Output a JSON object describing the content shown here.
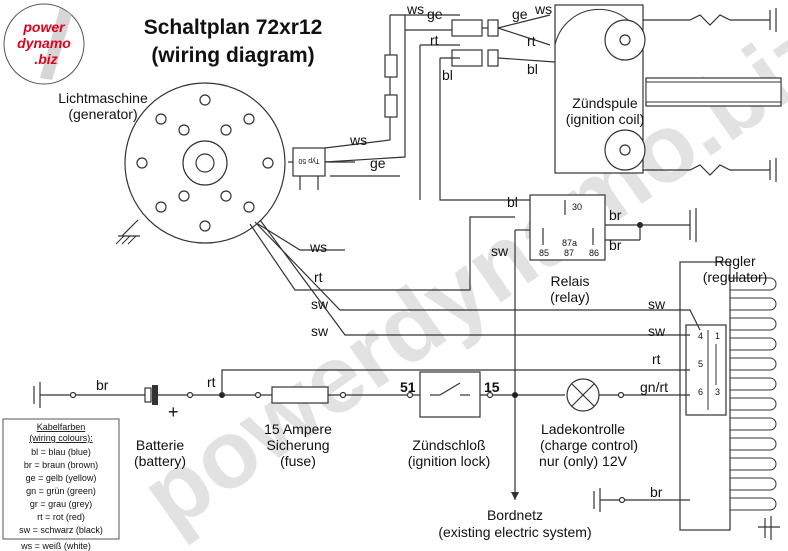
{
  "title": "Schaltplan 72xr12",
  "subtitle": "(wiring diagram)",
  "logo": {
    "line1": "power",
    "line2": "dynamo",
    "line3": ".biz"
  },
  "watermark": "powerdynamo.biz",
  "components": {
    "generator": {
      "de": "Lichtmaschine",
      "en": "(generator)"
    },
    "ignition_coil": {
      "de": "Zündspule",
      "en": "(ignition coil)"
    },
    "relay": {
      "de": "Relais",
      "en": "(relay)",
      "pin30": "30",
      "pin85": "85",
      "pin86": "86",
      "pin87a": "87a",
      "pin87": "87"
    },
    "regulator": {
      "de": "Regler",
      "en": "(regulator)",
      "pin1": "1",
      "pin3": "3",
      "pin4": "4",
      "pin5": "5",
      "pin6": "6"
    },
    "battery": {
      "de": "Batterie",
      "en": "(battery)",
      "plus": "+"
    },
    "fuse": {
      "line1": "15 Ampere",
      "line2": "Sicherung",
      "line3": "(fuse)"
    },
    "ignition_lock": {
      "de": "Zündschloß",
      "en": "(ignition lock)",
      "pin51": "51",
      "pin15": "15"
    },
    "charge_control": {
      "line1": "Ladekontrolle",
      "line2": "(charge control)",
      "line3": "nur (only) 12V"
    },
    "onboard": {
      "de": "Bordnetz",
      "en": "(existing electric system)"
    },
    "sensor_tag": "Typ 50"
  },
  "wires": {
    "ws_top": "ws",
    "ge_top": "ge",
    "ge_top2": "ge",
    "ws_top2": "ws",
    "rt_top": "rt",
    "rt_top2": "rt",
    "bl_top": "bl",
    "bl_top2": "bl",
    "ws_sensor": "ws",
    "ge_sensor": "ge",
    "ws_gen": "ws",
    "rt_gen": "rt",
    "sw_gen1": "sw",
    "sw_gen2": "sw",
    "bl_relay": "bl",
    "br_relay1": "br",
    "br_relay2": "br",
    "sw_relay": "sw",
    "sw_reg1": "sw",
    "sw_reg2": "sw",
    "rt_reg": "rt",
    "gnrt_reg": "gn/rt",
    "br_bottom": "br",
    "br_batt": "br",
    "rt_batt": "rt"
  },
  "legend": {
    "title_de": "Kabelfarben",
    "title_en": "(wiring colours):",
    "items": [
      "bl = blau (blue)",
      "br = braun (brown)",
      "ge = gelb (yellow)",
      "gn = grün (green)",
      "gr = grau (grey)",
      "rt = rot (red)",
      "sw = schwarz (black)"
    ],
    "footer": "ws = weiß (white)"
  },
  "colors": {
    "logo_red": "#e3001b",
    "ink": "#111111",
    "wire": "#333333",
    "watermark": "#dcdcdc"
  }
}
